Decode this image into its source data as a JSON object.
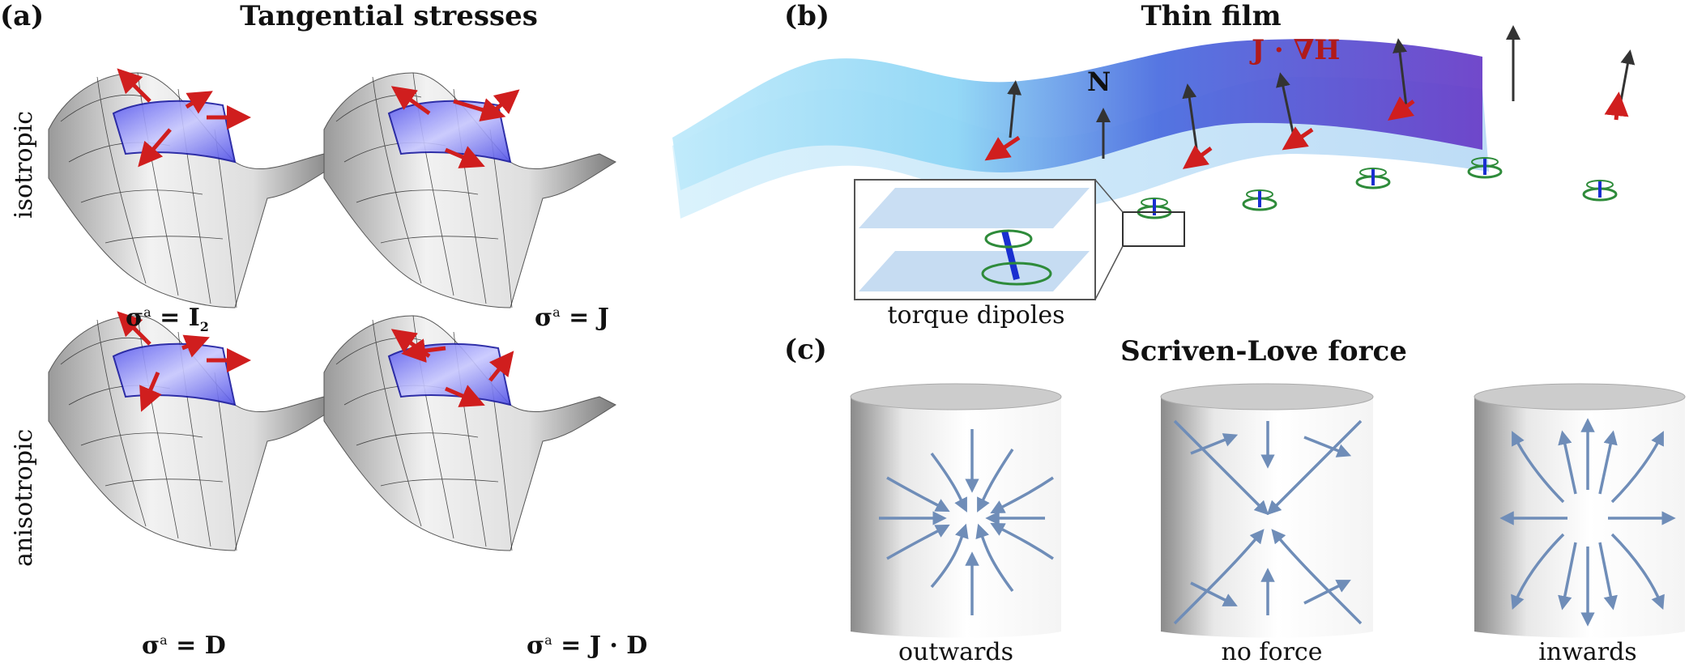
{
  "panel_a": {
    "label": "(a)",
    "title": "Tangential stresses",
    "row_labels": [
      "isotropic",
      "anisotropic"
    ],
    "equations": [
      {
        "lhs": "σ",
        "sup": "a",
        "rhs": "I",
        "sub": "2"
      },
      {
        "lhs": "σ",
        "sup": "a",
        "rhs": "J",
        "sub": ""
      },
      {
        "lhs": "σ",
        "sup": "a",
        "rhs": "D",
        "sub": ""
      },
      {
        "lhs": "σ",
        "sup": "a",
        "rhs": "J · D",
        "sub": ""
      }
    ]
  },
  "panel_b": {
    "label": "(b)",
    "title": "Thin film",
    "normal_label": "N",
    "gradient_label": "J · ∇H",
    "inset_caption": "torque dipoles"
  },
  "panel_c": {
    "label": "(c)",
    "title": "Scriven-Love force",
    "captions": [
      "outwards",
      "no force",
      "inwards"
    ]
  },
  "colors": {
    "stress_arrow": "#d01e1e",
    "patch_fill": "#6f6ff5",
    "film_start": "#b8e8fb",
    "film_end": "#6a3fc8",
    "stream": "#6f8db8",
    "torque_ring": "#2e8b3a",
    "dipole_rod": "#1a2fd0",
    "gradient_text": "#b01a1a"
  }
}
